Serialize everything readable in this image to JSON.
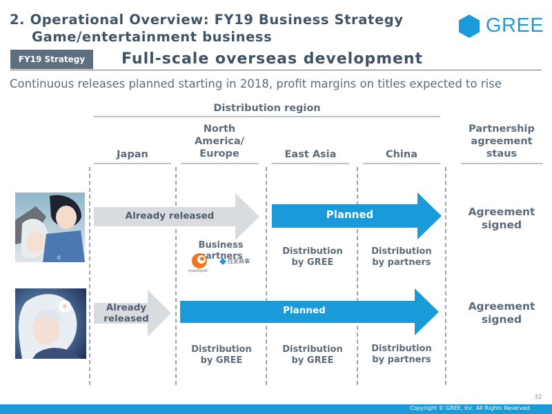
{
  "header": {
    "title_line1": "2. Operational Overview: FY19 Business Strategy",
    "title_line2": "Game/entertainment business",
    "logo_text": "GREE"
  },
  "section": {
    "badge": "FY19 Strategy",
    "subtitle": "Full-scale overseas development",
    "lead": "Continuous releases planned starting in 2018, profit margins on titles expected to rise"
  },
  "table": {
    "group_header": "Distribution region",
    "columns": {
      "japan": "Japan",
      "na_eu_1": "North",
      "na_eu_2": "America/",
      "na_eu_3": "Europe",
      "east_asia": "East Asia",
      "china": "China",
      "status_1": "Partnership",
      "status_2": "agreement",
      "status_3": "staus"
    }
  },
  "rows": [
    {
      "game_thumbnail": "danmachi-game-art",
      "released_label": "Already released",
      "planned_label": "Planned",
      "partners_label": "Business partners",
      "partner_logos": [
        "crunchyroll",
        "住友商事"
      ],
      "east_asia_1": "Distribution",
      "east_asia_2": "by GREE",
      "china_1": "Distribution",
      "china_2": "by partners",
      "status_1": "Agreement",
      "status_2": "signed"
    },
    {
      "game_thumbnail": "white-haired-heroine-art",
      "released_1": "Already",
      "released_2": "released",
      "planned_label": "Planned",
      "na_eu_1": "Distribution",
      "na_eu_2": "by GREE",
      "east_asia_1": "Distribution",
      "east_asia_2": "by GREE",
      "china_1": "Distribution",
      "china_2": "by partners",
      "status_1": "Agreement",
      "status_2": "signed"
    }
  ],
  "footer": {
    "page_number": "32",
    "copyright": "Copyright © GREE, Inc. All Rights Reserved."
  },
  "colors": {
    "accent_blue": "#1a9ad8",
    "released_gray": "#d9dcdf",
    "text_slate": "#5b6b7a"
  }
}
